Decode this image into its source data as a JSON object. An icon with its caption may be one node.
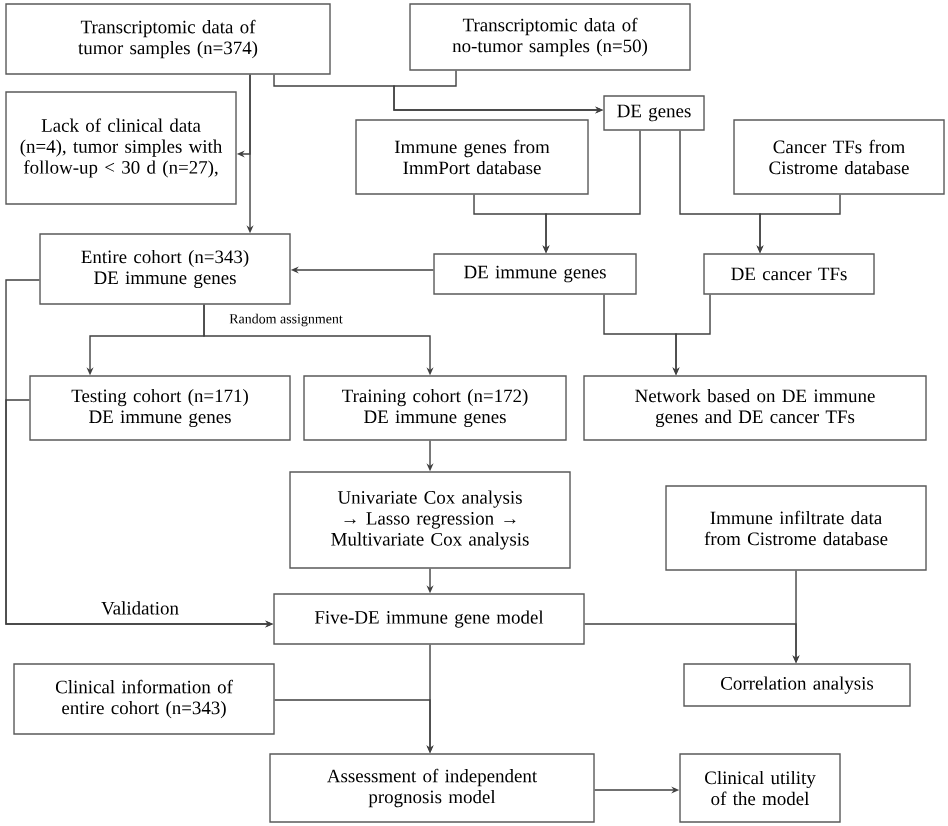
{
  "diagram": {
    "nodes": [
      {
        "text": [
          "Transcriptomic data of tumor samples (n=374)"
        ]
      },
      {
        "text": [
          "Transcriptomic data of no-tumor samples (n=50)"
        ]
      },
      {
        "text": [
          "Lack of clinical data (n=4), tumor simples with follow-up < 30 d (n=27),"
        ]
      },
      {
        "text": [
          "DE genes"
        ]
      },
      {
        "text": [
          "Immune genes from ImmPort database"
        ]
      },
      {
        "text": [
          "Cancer TFs from Cistrome database"
        ]
      },
      {
        "text": [
          "Entire cohort (n=343) DE immune genes"
        ]
      },
      {
        "text": [
          "DE immune genes"
        ]
      },
      {
        "text": [
          "DE cancer TFs"
        ]
      },
      {
        "text": [
          "Testing cohort (n=171) DE immune genes"
        ]
      },
      {
        "text": [
          "Training cohort (n=172) DE immune genes"
        ]
      },
      {
        "text": [
          "Network based on DE immune genes and DE cancer TFs"
        ]
      },
      {
        "text": [
          "Univariate Cox analysis → Lasso regression → Multivariate Cox analysis"
        ]
      },
      {
        "text": [
          "Immune infiltrate data from Cistrome database"
        ]
      },
      {
        "text": [
          "Five-DE immune gene model"
        ]
      },
      {
        "text": [
          "Clinical information of entire cohort (n=343)"
        ]
      },
      {
        "text": [
          "Correlation analysis"
        ]
      },
      {
        "text": [
          "Assessment of independent prognosis model"
        ]
      },
      {
        "text": [
          "Clinical utility of the model"
        ]
      }
    ],
    "edges": [
      {
        "from": 0,
        "to": 6,
        "arrow": "to"
      },
      {
        "from": 0,
        "to": 2,
        "arrow": "to"
      },
      {
        "from": 0,
        "to": 3,
        "arrow": "to"
      },
      {
        "from": 1,
        "to": 3,
        "arrow": "to"
      },
      {
        "from": 4,
        "to": 7,
        "arrow": "to"
      },
      {
        "from": 3,
        "to": 7,
        "arrow": "to"
      },
      {
        "from": 3,
        "to": 8,
        "arrow": "to"
      },
      {
        "from": 5,
        "to": 8,
        "arrow": "to"
      },
      {
        "from": 7,
        "to": 6,
        "arrow": "to"
      },
      {
        "from": 6,
        "to": 9,
        "arrow": "to",
        "label": "Random assignment"
      },
      {
        "from": 6,
        "to": 10,
        "arrow": "to"
      },
      {
        "from": 7,
        "to": 11,
        "arrow": "to"
      },
      {
        "from": 8,
        "to": 11,
        "arrow": "to"
      },
      {
        "from": 6,
        "to": 14,
        "arrow": "to",
        "label": "Validation"
      },
      {
        "from": 9,
        "to": 14,
        "arrow": "to"
      },
      {
        "from": 10,
        "to": 12,
        "arrow": "to"
      },
      {
        "from": 12,
        "to": 14,
        "arrow": "to"
      },
      {
        "from": 14,
        "to": 16,
        "arrow": "to"
      },
      {
        "from": 13,
        "to": 16,
        "arrow": "to"
      },
      {
        "from": 14,
        "to": 17,
        "arrow": "to"
      },
      {
        "from": 15,
        "to": 17,
        "arrow": "to"
      },
      {
        "from": 17,
        "to": 18,
        "arrow": "to"
      }
    ]
  }
}
